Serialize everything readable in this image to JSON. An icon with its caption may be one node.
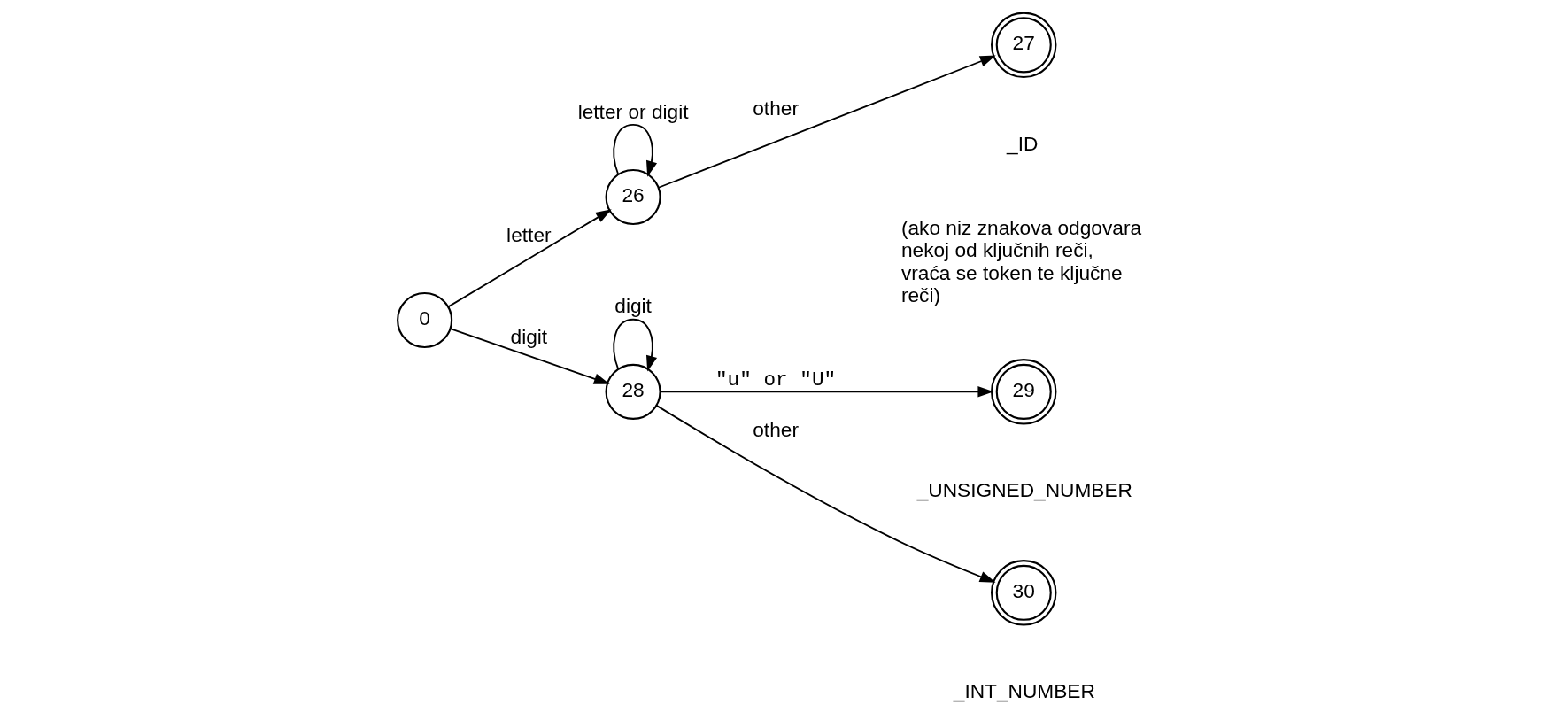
{
  "diagram": {
    "nodes": [
      {
        "text": [
          "0"
        ]
      },
      {
        "text": [
          "26"
        ]
      },
      {
        "text": [
          "27"
        ],
        "beside": [
          "_ID",
          "(ako niz znakova odgovara nekoj od ključnih reči, vraća se token te ključne reči)"
        ]
      },
      {
        "text": [
          "28"
        ]
      },
      {
        "text": [
          "29"
        ],
        "beside": [
          "_UNSIGNED_NUMBER"
        ]
      },
      {
        "text": [
          "30"
        ],
        "beside": [
          "_INT_NUMBER"
        ]
      }
    ],
    "edges": [
      {
        "from": 0,
        "to": 1,
        "arrow": "to",
        "label": "letter"
      },
      {
        "from": 1,
        "to": 1,
        "arrow": "to",
        "label": "letter or digit"
      },
      {
        "from": 1,
        "to": 2,
        "arrow": "to",
        "label": "other"
      },
      {
        "from": 0,
        "to": 3,
        "arrow": "to",
        "label": "digit"
      },
      {
        "from": 3,
        "to": 3,
        "arrow": "to",
        "label": "digit"
      },
      {
        "from": 3,
        "to": 4,
        "arrow": "to",
        "label": "\"u\" or \"U\""
      },
      {
        "from": 3,
        "to": 5,
        "arrow": "to",
        "label": "other"
      }
    ]
  }
}
